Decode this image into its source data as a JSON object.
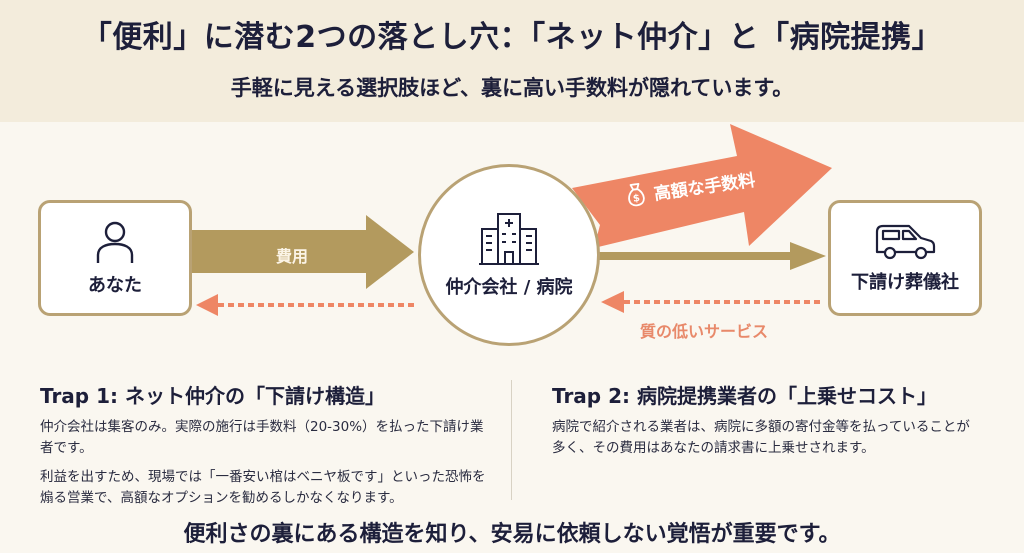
{
  "header": {
    "title": "「便利」に潜む2つの落とし穴：「ネット仲介」と「病院提携」",
    "subtitle": "手軽に見える選択肢ほど、裏に高い手数料が隠れています。"
  },
  "diagram": {
    "nodes": {
      "you": {
        "label": "あなた",
        "icon": "person-icon"
      },
      "broker": {
        "label": "仲介会社 / 病院",
        "icon": "hospital-building-icon"
      },
      "subcontractor": {
        "label": "下請け葬儀社",
        "icon": "van-icon"
      }
    },
    "arrows": {
      "cost": {
        "label": "費用",
        "from": "you",
        "to": "broker",
        "color": "#b39a5e"
      },
      "high_fee": {
        "label": "高額な手数料",
        "icon": "money-bag-icon",
        "from": "broker",
        "color": "#ee8665"
      },
      "pass_through": {
        "label": "",
        "from": "broker",
        "to": "subcontractor",
        "color": "#b39a5e"
      },
      "low_service_to_broker": {
        "label": "質の低いサービス",
        "from": "subcontractor",
        "to": "broker",
        "style": "dashed",
        "color": "#ee8665"
      },
      "low_service_to_you": {
        "label": "",
        "from": "broker",
        "to": "you",
        "style": "dashed",
        "color": "#ee8665"
      }
    }
  },
  "traps": [
    {
      "title": "Trap 1: ネット仲介の「下請け構造」",
      "paragraphs": [
        "仲介会社は集客のみ。実際の施行は手数料（20-30%）を払った下請け業者です。",
        "利益を出すため、現場では「一番安い棺はベニヤ板です」といった恐怖を煽る営業で、高額なオプションを勧めるしかなくなります。"
      ]
    },
    {
      "title": "Trap 2: 病院提携業者の「上乗せコスト」",
      "paragraphs": [
        "病院で紹介される業者は、病院に多額の寄付金等を払っていることが多く、その費用はあなたの請求書に上乗せされます。"
      ]
    }
  ],
  "conclusion": "便利さの裏にある構造を知り、安易に依頼しない覚悟が重要です。",
  "colors": {
    "navy": "#1d1f3a",
    "gold": "#b39a5e",
    "coral": "#ee8665",
    "background": "#f7f3ea"
  }
}
